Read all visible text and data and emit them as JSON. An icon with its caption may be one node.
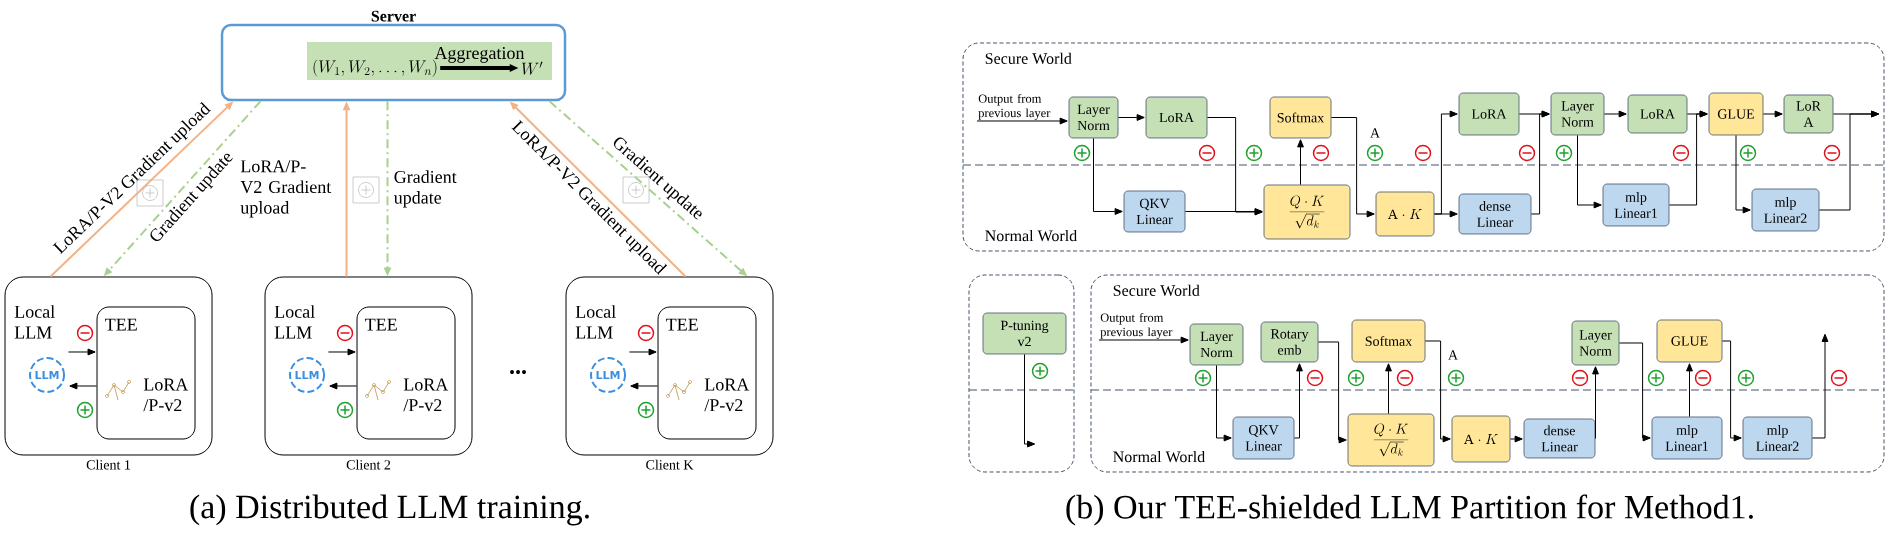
{
  "diagram": {
    "nodes": [
      {
        "text": [
          "Server"
        ]
      },
      {
        "text": [
          "(W_1, W_2, \\ldots, W_n)"
        ],
        "in": 0
      },
      {
        "text": [
          "W'"
        ],
        "in": 0
      },
      {
        "text": [
          "Client 1"
        ]
      },
      {
        "text": [
          "Local LLM"
        ],
        "in": 3
      },
      {
        "text": [
          "TEE",
          "LoRA /P-v2"
        ],
        "in": 3
      },
      {
        "text": [
          "Client 2"
        ]
      },
      {
        "text": [
          "Local LLM"
        ],
        "in": 6
      },
      {
        "text": [
          "TEE",
          "LoRA /P-v2"
        ],
        "in": 6
      },
      {
        "text": [
          "Client K"
        ]
      },
      {
        "text": [
          "Local LLM"
        ],
        "in": 9
      },
      {
        "text": [
          "TEE",
          "LoRA /P-v2"
        ],
        "in": 9
      },
      {
        "text": [
          "Secure World",
          "Normal World"
        ]
      },
      {
        "text": [
          "Output from previous layer"
        ],
        "in": 12
      },
      {
        "text": [
          "Layer Norm"
        ],
        "in": 12
      },
      {
        "text": [
          "LoRA"
        ],
        "in": 12
      },
      {
        "text": [
          "QKV Linear"
        ],
        "in": 12
      },
      {
        "text": [
          "Softmax"
        ],
        "in": 12
      },
      {
        "text": [
          "\\frac{Q\\cdot K}{\\sqrt{d_k}}"
        ],
        "in": 12
      },
      {
        "text": [
          "\\mathrm{A}\\cdot K"
        ],
        "in": 12
      },
      {
        "text": [
          "LoRA"
        ],
        "in": 12
      },
      {
        "text": [
          "dense Linear"
        ],
        "in": 12
      },
      {
        "text": [
          "Layer Norm"
        ],
        "in": 12
      },
      {
        "text": [
          "LoRA"
        ],
        "in": 12
      },
      {
        "text": [
          "mlp Linear1"
        ],
        "in": 12
      },
      {
        "text": [
          "GLUE"
        ],
        "in": 12
      },
      {
        "text": [
          "LoR A"
        ],
        "in": 12
      },
      {
        "text": [
          "mlp Linear2"
        ],
        "in": 12
      },
      {
        "text": [],
        "shape": "box"
      },
      {
        "text": [
          "P-tuning v2"
        ],
        "in": 28
      },
      {
        "text": [
          "Secure World",
          "Normal World"
        ]
      },
      {
        "text": [
          "Output from previous layer"
        ],
        "in": 30
      },
      {
        "text": [
          "Layer Norm"
        ],
        "in": 30
      },
      {
        "text": [
          "QKV Linear"
        ],
        "in": 30
      },
      {
        "text": [
          "Rotary emb"
        ],
        "in": 30
      },
      {
        "text": [
          "Softmax"
        ],
        "in": 30
      },
      {
        "text": [
          "\\frac{Q\\cdot K}{\\sqrt{d_k}}"
        ],
        "in": 30
      },
      {
        "text": [
          "\\mathrm{A}\\cdot K"
        ],
        "in": 30
      },
      {
        "text": [
          "dense Linear"
        ],
        "in": 30
      },
      {
        "text": [
          "Layer Norm"
        ],
        "in": 30
      },
      {
        "text": [
          "mlp Linear1"
        ],
        "in": 30
      },
      {
        "text": [
          "GLUE"
        ],
        "in": 30
      },
      {
        "text": [
          "mlp Linear2"
        ],
        "in": 30
      }
    ],
    "edges": [
      {
        "from": 3,
        "to": 0,
        "arrow": "to",
        "label": "LoRA/P-V2 Gradient upload",
        "color": "#f4b183"
      },
      {
        "from": 0,
        "to": 3,
        "arrow": "to",
        "label": "Gradient update",
        "style": "dashed",
        "color": "#a9d18e"
      },
      {
        "from": 6,
        "to": 0,
        "arrow": "to",
        "label": "LoRA/P-V2 Gradient upload",
        "color": "#f4b183"
      },
      {
        "from": 0,
        "to": 6,
        "arrow": "to",
        "label": "Gradient update",
        "style": "dashed",
        "color": "#a9d18e"
      },
      {
        "from": 9,
        "to": 0,
        "arrow": "to",
        "label": "LoRA/P-V2 Gradient upload",
        "color": "#f4b183"
      },
      {
        "from": 0,
        "to": 9,
        "arrow": "to",
        "label": "Gradient update",
        "style": "dashed",
        "color": "#a9d18e"
      },
      {
        "from": 1,
        "to": 2,
        "arrow": "to",
        "label": "Aggregation",
        "style": "thick"
      },
      {
        "from": 4,
        "to": 5,
        "arrow": "to"
      },
      {
        "from": 5,
        "to": 4,
        "arrow": "to"
      },
      {
        "from": 7,
        "to": 8,
        "arrow": "to"
      },
      {
        "from": 8,
        "to": 7,
        "arrow": "to"
      },
      {
        "from": 10,
        "to": 11,
        "arrow": "to"
      },
      {
        "from": 11,
        "to": 10,
        "arrow": "to"
      },
      {
        "from": 13,
        "to": 14,
        "arrow": "to"
      },
      {
        "from": 14,
        "to": 15,
        "arrow": "to"
      },
      {
        "from": 14,
        "to": 16,
        "arrow": "to"
      },
      {
        "from": 15,
        "to": 18,
        "arrow": "to"
      },
      {
        "from": 16,
        "to": 18,
        "arrow": "to"
      },
      {
        "from": 18,
        "to": 17,
        "arrow": "to"
      },
      {
        "from": 17,
        "to": 19,
        "arrow": "to"
      },
      {
        "from": 19,
        "to": 20,
        "arrow": "to"
      },
      {
        "from": 19,
        "to": 21,
        "arrow": "to"
      },
      {
        "from": 20,
        "to": 22,
        "arrow": "to"
      },
      {
        "from": 21,
        "to": 22,
        "arrow": "to"
      },
      {
        "from": 22,
        "to": 23,
        "arrow": "to"
      },
      {
        "from": 22,
        "to": 24,
        "arrow": "to"
      },
      {
        "from": 23,
        "to": 25,
        "arrow": "to"
      },
      {
        "from": 24,
        "to": 25,
        "arrow": "to"
      },
      {
        "from": 25,
        "to": 26,
        "arrow": "to"
      },
      {
        "from": 25,
        "to": 27,
        "arrow": "to"
      },
      {
        "from": 26,
        "to": null,
        "arrow": "to"
      },
      {
        "from": 27,
        "to": null,
        "arrow": "to"
      },
      {
        "from": 29,
        "to": null,
        "arrow": "to"
      },
      {
        "from": 31,
        "to": 32,
        "arrow": "to"
      },
      {
        "from": 32,
        "to": 33,
        "arrow": "to"
      },
      {
        "from": 33,
        "to": 34,
        "arrow": "to"
      },
      {
        "from": 34,
        "to": 36,
        "arrow": "to"
      },
      {
        "from": 36,
        "to": 35,
        "arrow": "to"
      },
      {
        "from": 35,
        "to": 37,
        "arrow": "to"
      },
      {
        "from": 37,
        "to": 38,
        "arrow": "to"
      },
      {
        "from": 38,
        "to": 39,
        "arrow": "to"
      },
      {
        "from": 39,
        "to": 40,
        "arrow": "to"
      },
      {
        "from": 40,
        "to": 41,
        "arrow": "to"
      },
      {
        "from": 41,
        "to": 42,
        "arrow": "to"
      },
      {
        "from": 42,
        "to": null,
        "arrow": "to"
      }
    ],
    "labels": [
      "LLM",
      "LLM",
      "LLM",
      "...",
      "A",
      "A",
      "(a) Distributed LLM training.",
      "(b) Our TEE-shielded LLM Partition for Method1."
    ]
  }
}
